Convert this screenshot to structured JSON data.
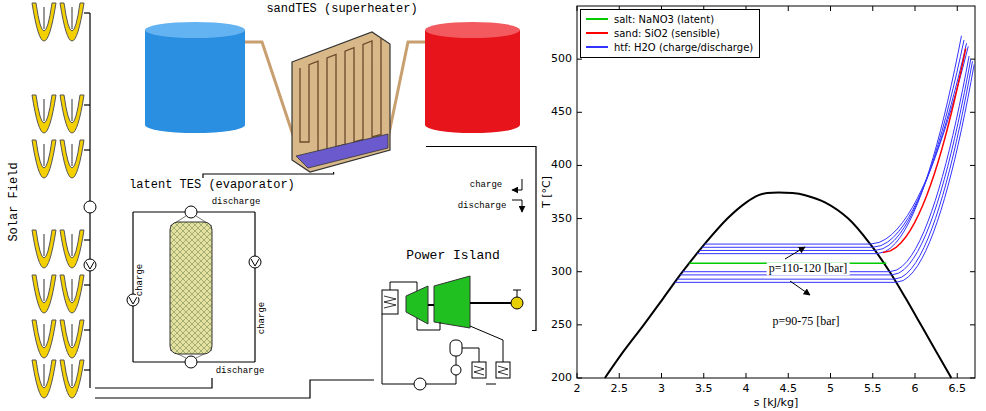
{
  "diagram": {
    "nodes": [
      {
        "text": [
          "Solar Field"
        ]
      },
      {
        "text": [
          "sandTES (superheater)"
        ]
      },
      {
        "text": [
          "latent TES (evaporator)"
        ]
      },
      {
        "text": [
          "Power Island"
        ]
      }
    ],
    "edges": [
      {
        "from": 0,
        "to": 2,
        "arrow": "none"
      },
      {
        "from": 2,
        "to": 1,
        "arrow": "none"
      },
      {
        "from": 1,
        "to": 3,
        "arrow": "none"
      },
      {
        "from": 3,
        "to": 0,
        "arrow": "none"
      }
    ],
    "labels": [
      "charge",
      "discharge",
      "charge",
      "discharge",
      "charge",
      "discharge",
      "200",
      "250",
      "300",
      "350",
      "400",
      "450",
      "500",
      "2",
      "2.5",
      "3",
      "3.5",
      "4",
      "4.5",
      "5",
      "5.5",
      "6",
      "6.5",
      "T [°C]",
      "s [kJ/kg]",
      "p=110-120 [bar]",
      "p=90-75 [bar]"
    ],
    "legend": [
      {
        "text": "salt: NaNO3 (latent)",
        "color": "#00cc00"
      },
      {
        "text": "sand: SiO2 (sensible)",
        "color": "#ff0000"
      },
      {
        "text": "htf: H2O (charge/discharge)",
        "color": "#3333ff"
      }
    ]
  }
}
